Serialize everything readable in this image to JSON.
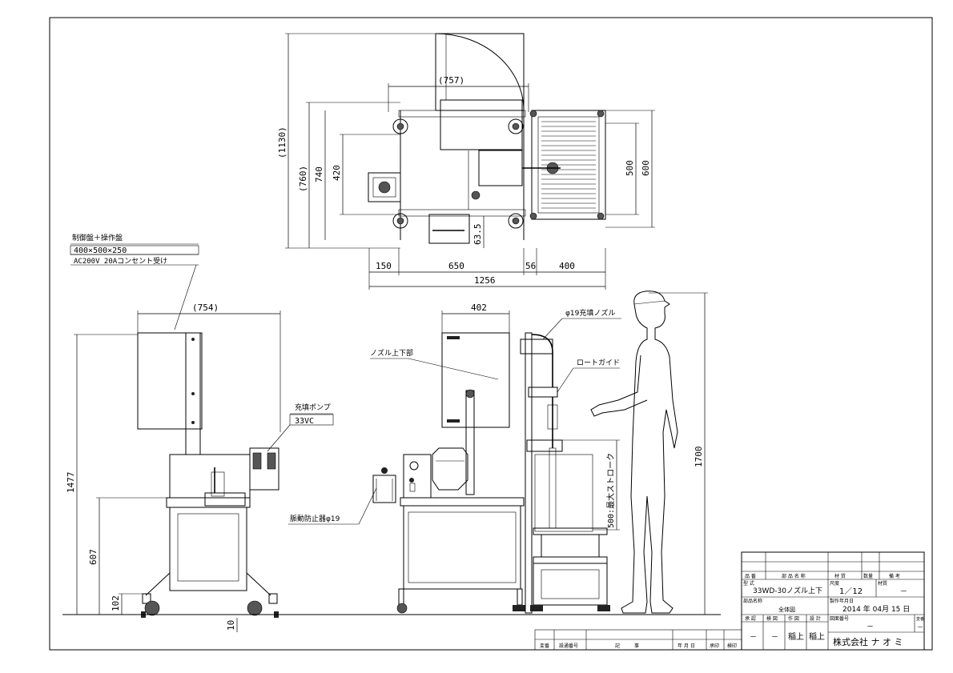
{
  "top_view": {
    "dims": {
      "width_757": "(757)",
      "height_1130": "(1130)",
      "height_760": "(760)",
      "height_740": "740",
      "height_420": "420",
      "offset_63_5": "63.5",
      "depth_500": "500",
      "depth_600": "600",
      "seg_150": "150",
      "seg_650": "650",
      "seg_56": "56",
      "seg_400": "400",
      "overall_1256": "1256"
    }
  },
  "callouts": {
    "control_panel_title": "制御盤＋操作盤",
    "control_panel_size": "400×500×250",
    "control_panel_power": "AC200V 20Aコンセント受け",
    "pump_title": "充填ポンプ",
    "pump_model": "33VC",
    "nozzle_unit": "ノズル上下部",
    "filling_nozzle": "φ19充填ノズル",
    "funnel_guide": "ロートガイド",
    "damper": "脈動防止器φ19"
  },
  "side_view": {
    "dims": {
      "width_754": "(754)",
      "height_1477": "1477",
      "height_607": "607",
      "height_102": "102",
      "height_10": "10"
    }
  },
  "front_view": {
    "dims": {
      "width_402": "402",
      "max_stroke": "500:最大ストローク",
      "height_1700": "1700"
    }
  },
  "title_block": {
    "hdr_part_no": "品 番",
    "hdr_part_name": "部 品 名 称",
    "hdr_material": "材 質",
    "hdr_qty": "数量",
    "hdr_remarks": "備 考",
    "lbl_model": "型 式",
    "model": "33WD-30ノズル上下",
    "lbl_scale": "尺度",
    "scale": "1／12",
    "lbl_material": "材質",
    "material": "－",
    "lbl_drawing_name": "部品名称",
    "drawing_name": "全体図",
    "lbl_date": "製作年月日",
    "date": "2014 年 04月 15 日",
    "hdr_approve": "承 認",
    "hdr_check": "検 図",
    "hdr_draw": "作 図",
    "hdr_design": "設 計",
    "lbl_drawing_no": "図面番号",
    "lbl_revision": "変番",
    "approve": "－",
    "check": "－",
    "draw": "稲上",
    "design": "稲上",
    "drawing_no": "－",
    "revision": "－",
    "company": "株式会社 ナ オ ミ"
  },
  "revision_block": {
    "rev": "変番",
    "change_no": "設通番号",
    "description": "記　　　事",
    "date": "年 月 日",
    "approved": "承印",
    "checked": "検印"
  }
}
